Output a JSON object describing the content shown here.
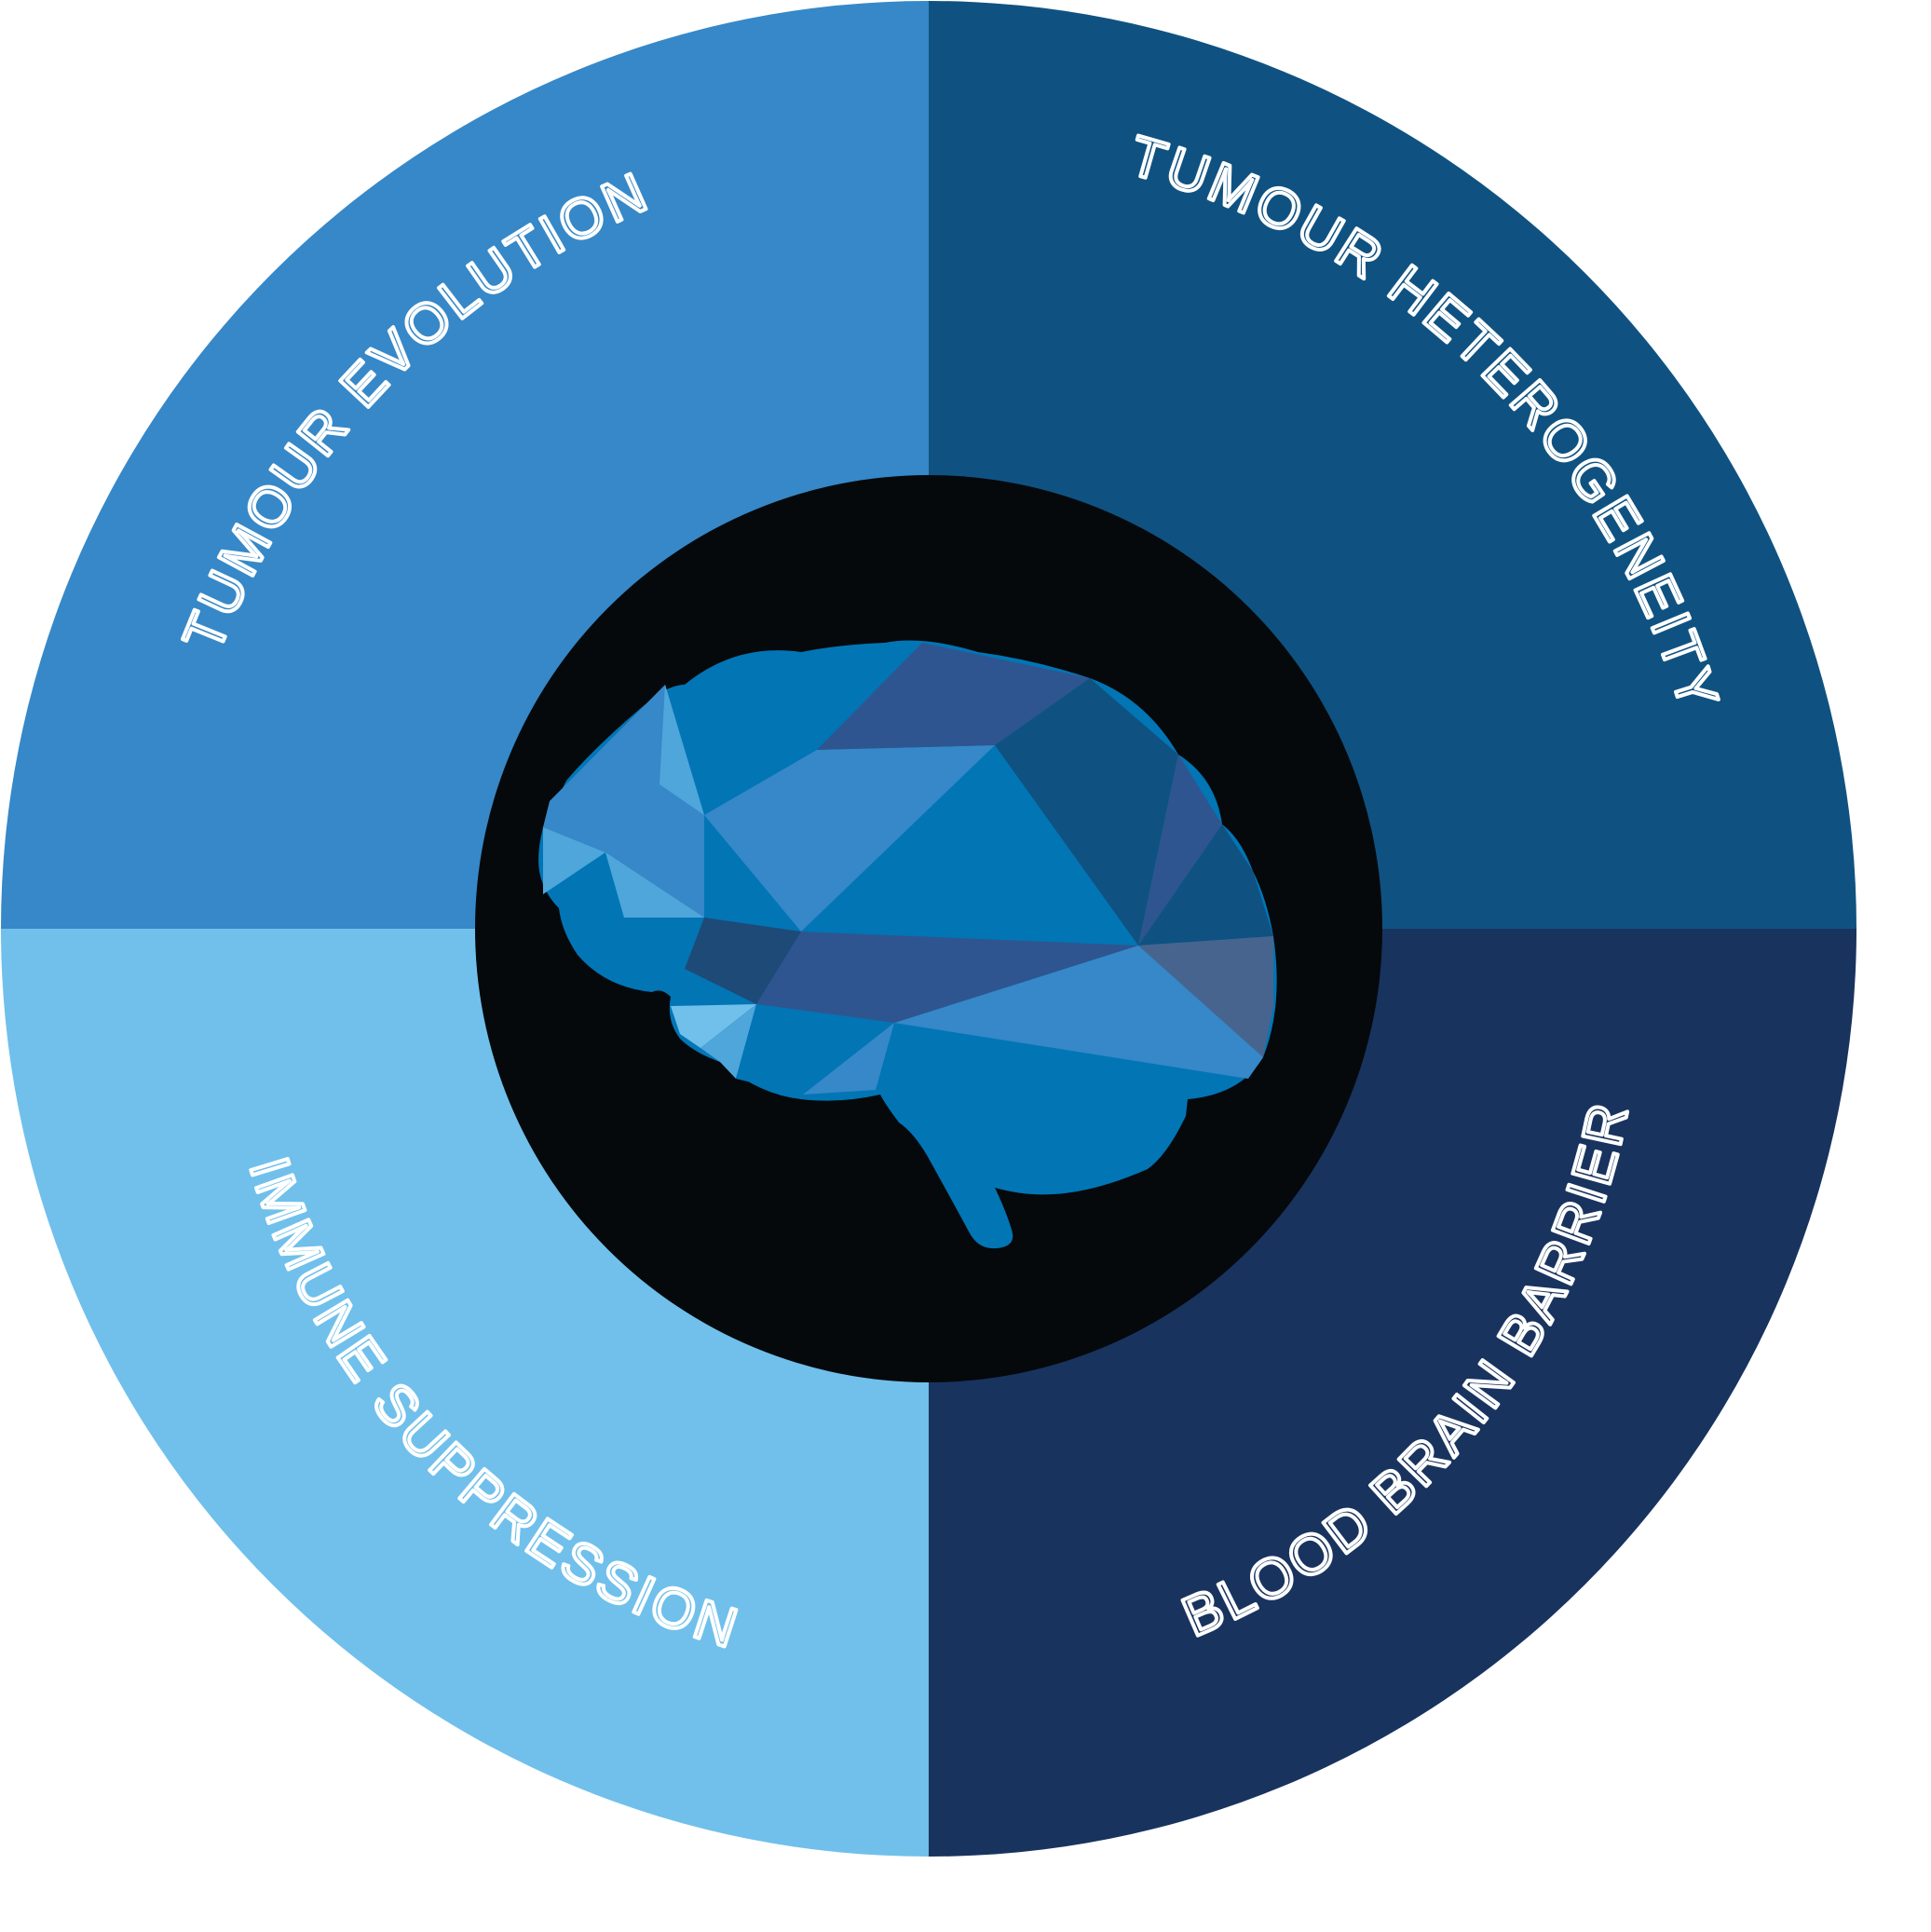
{
  "quadrants": [
    {
      "id": "top-left",
      "label": "TUMOUR EVOLUTION",
      "color": "#3688c8"
    },
    {
      "id": "top-right",
      "label": "TUMOUR HETEROGENEITY",
      "color": "#0f5281"
    },
    {
      "id": "bottom-left",
      "label": "IMMUNE SUPPRESSION",
      "color": "#70c0eb"
    },
    {
      "id": "bottom-right",
      "label": "BLOOD BRAIN BARRIER",
      "color": "#19335f"
    }
  ],
  "center": {
    "color": "#05090c",
    "icon": "brain-icon",
    "brain_palette": [
      "#0275b5",
      "#3688c8",
      "#2e5590",
      "#0f5281",
      "#4ea6db",
      "#70c0eb",
      "#47648f",
      "#1e4a78"
    ]
  }
}
